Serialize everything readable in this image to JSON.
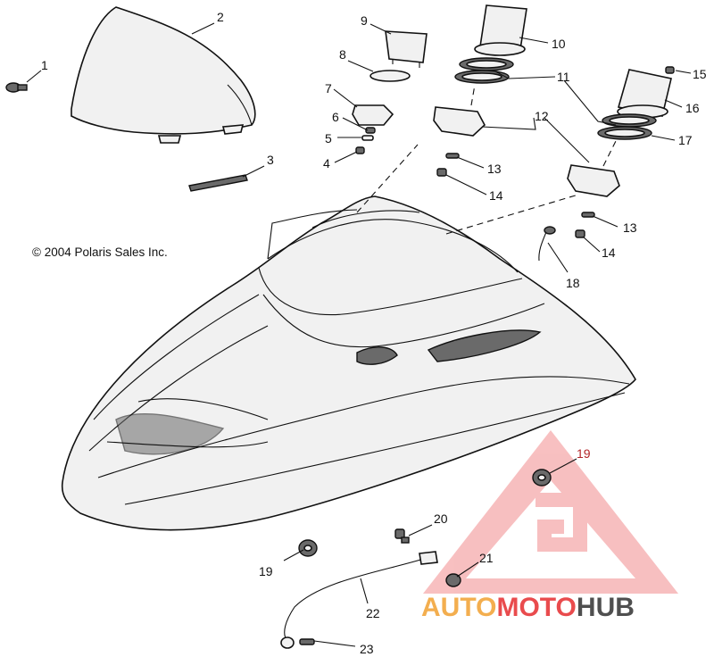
{
  "copyright": "© 2004 Polaris Sales Inc.",
  "callouts": [
    {
      "id": "1",
      "text": "1"
    },
    {
      "id": "2",
      "text": "2"
    },
    {
      "id": "3",
      "text": "3"
    },
    {
      "id": "4",
      "text": "4"
    },
    {
      "id": "5",
      "text": "5"
    },
    {
      "id": "6",
      "text": "6"
    },
    {
      "id": "7",
      "text": "7"
    },
    {
      "id": "8",
      "text": "8"
    },
    {
      "id": "9",
      "text": "9"
    },
    {
      "id": "10",
      "text": "10"
    },
    {
      "id": "11",
      "text": "11"
    },
    {
      "id": "12",
      "text": "12"
    },
    {
      "id": "13a",
      "text": "13"
    },
    {
      "id": "13b",
      "text": "13"
    },
    {
      "id": "14a",
      "text": "14"
    },
    {
      "id": "14b",
      "text": "14"
    },
    {
      "id": "15",
      "text": "15"
    },
    {
      "id": "16",
      "text": "16"
    },
    {
      "id": "17",
      "text": "17"
    },
    {
      "id": "18",
      "text": "18"
    },
    {
      "id": "19a",
      "text": "19"
    },
    {
      "id": "19b",
      "text": "19"
    },
    {
      "id": "20",
      "text": "20"
    },
    {
      "id": "21",
      "text": "21"
    },
    {
      "id": "22",
      "text": "22"
    },
    {
      "id": "23",
      "text": "23"
    }
  ],
  "watermark": {
    "part1": "AUTO",
    "part2": "MOTO",
    "part3": "HUB",
    "color_main": "#e7383a",
    "color_secondary": "#f2a63c",
    "color_dark": "#3d3d3d"
  }
}
